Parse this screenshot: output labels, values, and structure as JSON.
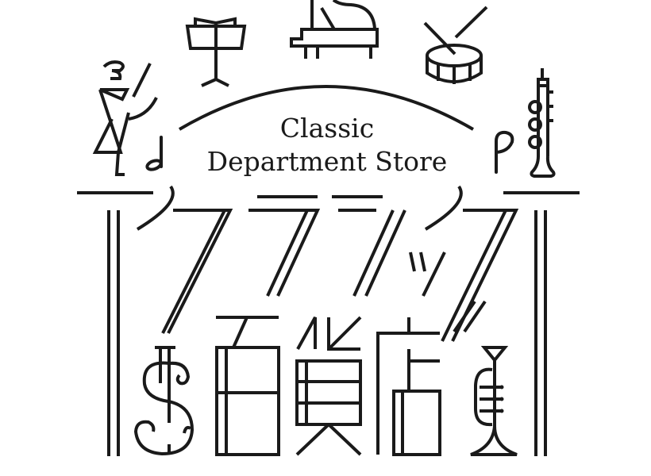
{
  "logo": {
    "english_line1": "Classic",
    "english_line2": "Department Store",
    "japanese_title": "クラシック百貨店",
    "ink_color": "#1a1a1a",
    "background_color": "#ffffff"
  },
  "icons": [
    "conductor-icon",
    "music-stand-icon",
    "grand-piano-icon",
    "drum-icon",
    "half-note-icon",
    "quarter-note-icon",
    "clarinet-icon",
    "double-bass-icon",
    "trumpet-icon"
  ]
}
